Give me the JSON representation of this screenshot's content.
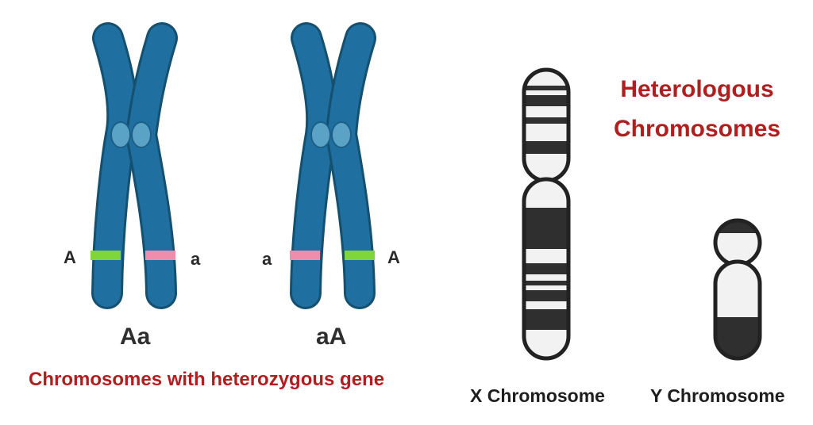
{
  "left_pair_1": {
    "allele_left": "A",
    "allele_right": "a",
    "genotype": "Aa"
  },
  "left_pair_2": {
    "allele_left": "a",
    "allele_right": "A",
    "genotype": "aA"
  },
  "left_caption": "Chromosomes with heterozygous gene",
  "right_title_line1": "Heterologous",
  "right_title_line2": "Chromosomes",
  "x_label": "X Chromosome",
  "y_label": "Y Chromosome",
  "colors": {
    "chromosome_blue": "#1f6fa1",
    "centromere": "#5aa3c7",
    "band_green": "#7fd63a",
    "band_pink": "#f08cac",
    "red_text": "#b01f1f",
    "band_dark": "#2f2f2f",
    "band_light": "#f2f2f2"
  }
}
